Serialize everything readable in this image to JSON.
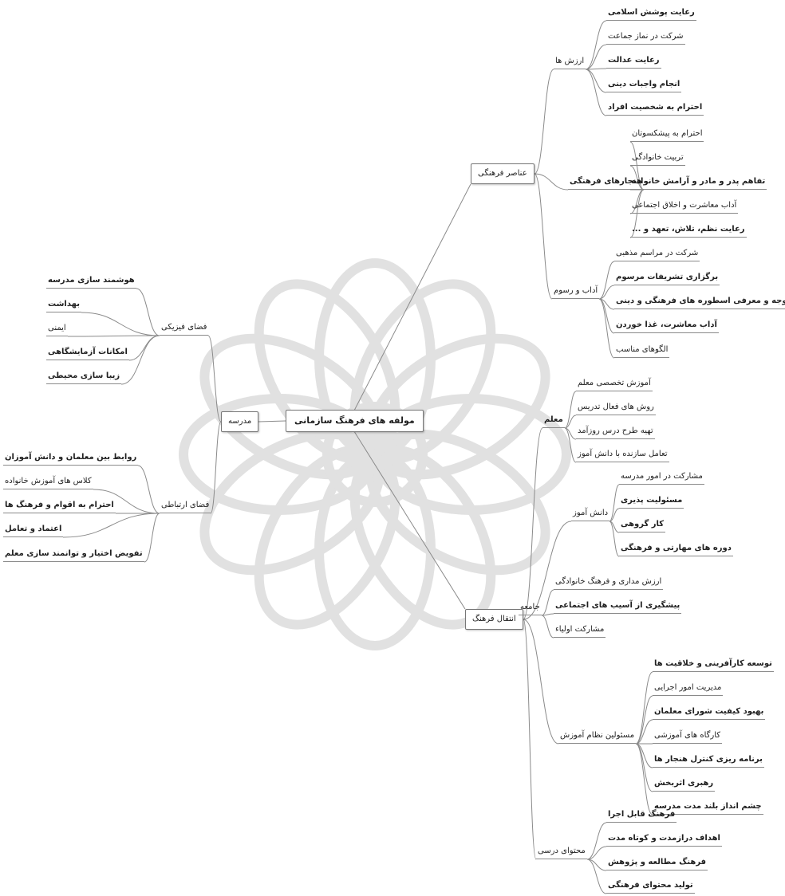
{
  "colors": {
    "line": "#8a8a8a",
    "text": "#1f1f1f",
    "box_border": "#777777",
    "watermark": "#c9c9c9"
  },
  "root": {
    "label": "مولفه های فرهنگ سازمانی"
  },
  "cultural_elements": {
    "label": "عناصر فرهنگی",
    "values": {
      "label": "ارزش ها",
      "items": [
        "رعایت پوشش اسلامی",
        "شرکت در نماز جماعت",
        "رعایت عدالت",
        "انجام واجبات دینی",
        "احترام به شخصیت افراد"
      ]
    },
    "norms": {
      "label": "هنجارهای فرهنگی",
      "items": [
        "احترام به پیشکسوتان",
        "تربیت خانوادگی",
        "تفاهم پدر و مادر و آرامش خانواده",
        "آداب معاشرت و اخلاق اجتماعی",
        "رعایت نظم، تلاش، تعهد و ..."
      ]
    },
    "customs": {
      "label": "آداب و رسوم",
      "items": [
        "شرکت در مراسم مذهبی",
        "برگزاری تشریفات مرسوم",
        "توجه و معرفی اسطوره های فرهنگی و دینی",
        "آداب معاشرت، غذا خوردن",
        "الگوهای مناسب"
      ]
    }
  },
  "school": {
    "label": "مدرسه",
    "physical": {
      "label": "فضای فیزیکی",
      "items": [
        "هوشمند سازی مدرسه",
        "بهداشت",
        "ایمنی",
        "امکانات آزمایشگاهی",
        "زیبا سازی محیطی"
      ]
    },
    "relational": {
      "label": "فضای ارتباطی",
      "items": [
        "روابط بین معلمان و دانش آموزان",
        "کلاس های آموزش خانواده",
        "احترام به اقوام و فرهنگ ها",
        "اعتماد و تعامل",
        "تفویض اختیار و توانمند سازی معلم"
      ]
    }
  },
  "transfer": {
    "label": "انتقال فرهنگ",
    "teacher": {
      "label": "معلم",
      "items": [
        "آموزش تخصصی معلم",
        "روش های فعال تدریس",
        "تهیه طرح درس روزآمد",
        "تعامل سازنده با دانش آموز"
      ]
    },
    "student": {
      "label": "دانش آموز",
      "items": [
        "مشارکت در امور مدرسه",
        "مسئولیت پذیری",
        "کار گروهی",
        "دوره های مهارتی و فرهنگی"
      ]
    },
    "society": {
      "label": "جامعه",
      "items": [
        "ارزش مداری و فرهنگ خانوادگی",
        "پیشگیری از آسیب های اجتماعی",
        "مشارکت اولیاء"
      ]
    },
    "officials": {
      "label": "مسئولین نظام آموزش",
      "items": [
        "توسعه کارآفرینی و خلاقیت ها",
        "مدیریت امور اجرایی",
        "بهبود کیفیت شورای معلمان",
        "کارگاه های آموزشی",
        "برنامه ریزی کنترل هنجار ها",
        "رهبری اثربخش",
        "چشم انداز بلند مدت مدرسه"
      ]
    },
    "curriculum": {
      "label": "محتوای درسی",
      "items": [
        "فرهنگ قابل اجرا",
        "اهداف درازمدت و کوتاه مدت",
        "فرهنگ مطالعه و پژوهش",
        "تولید محتوای فرهنگی"
      ]
    }
  }
}
